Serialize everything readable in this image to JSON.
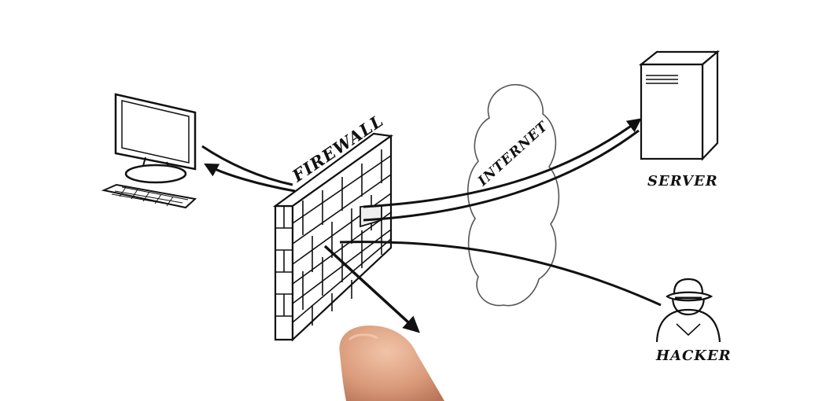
{
  "diagram": {
    "labels": {
      "firewall": "FIREWALL",
      "internet": "INTERNET",
      "server": "SERVER",
      "hacker": "HACKER"
    },
    "colors": {
      "background": "#ffffff",
      "ink": "#111111",
      "wall_fill": "#ffffff",
      "cloud_stroke": "#555555",
      "skin": "#e0a383"
    },
    "icons": [
      "computer-icon",
      "keyboard-icon",
      "firewall-icon",
      "cloud-icon",
      "server-icon",
      "hacker-icon",
      "finger-image"
    ]
  }
}
